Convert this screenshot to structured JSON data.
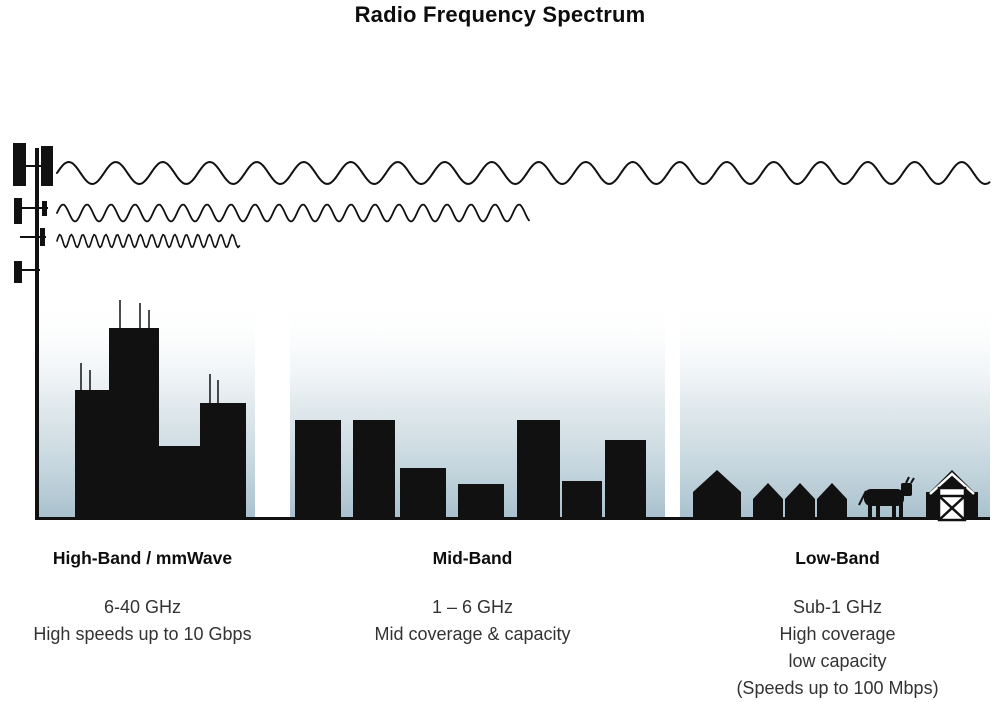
{
  "title": "Radio Frequency Spectrum",
  "bands": [
    {
      "label": "High-Band / mmWave",
      "lines": [
        "6-40 GHz",
        "High speeds up to 10 Gbps"
      ]
    },
    {
      "label": "Mid-Band",
      "lines": [
        "1 – 6 GHz",
        "Mid coverage & capacity"
      ]
    },
    {
      "label": "Low-Band",
      "lines": [
        "Sub-1 GHz",
        "High coverage",
        "low capacity",
        "(Speeds up to 100 Mbps)"
      ]
    }
  ],
  "graphics": {
    "tower": "cell-tower",
    "waves": [
      "long-wavelength-wave",
      "medium-wavelength-wave",
      "short-wavelength-wave"
    ],
    "scenes": [
      "city-skyline",
      "mid-rise-buildings",
      "rural-houses-cow-barn"
    ]
  },
  "colors": {
    "silhouette": "#111111",
    "sky_gradient_bottom": "#a8c1cd",
    "detail_text": "#333333"
  }
}
